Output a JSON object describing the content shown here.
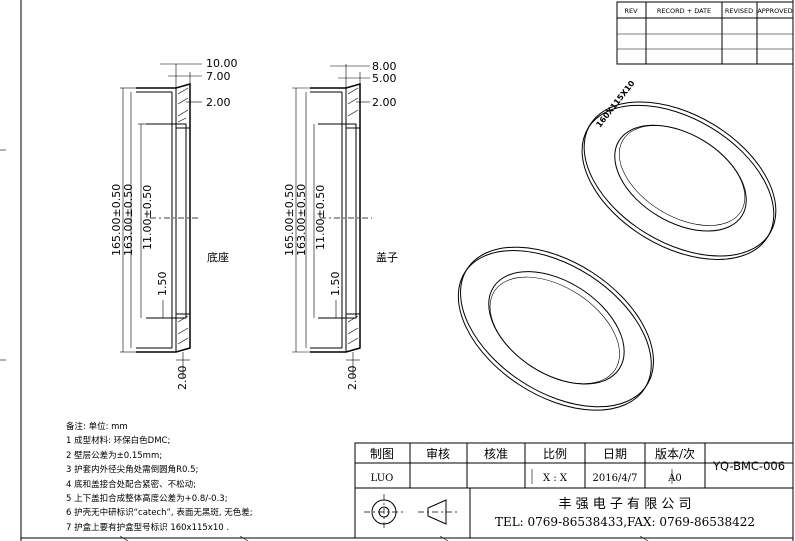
{
  "revision_table": {
    "headers": [
      "REV",
      "RECORD + DATE",
      "REVISED",
      "APPROVED"
    ]
  },
  "drawing": {
    "base_label": "底座",
    "lid_label": "盖子",
    "base_dims": {
      "top_outer": "10.00",
      "top_inner": "7.00",
      "wall": "2.00",
      "outer_dia": "165.00±0.50",
      "mid_dia": "163.00±0.50",
      "inner_dia": "11.00±0.50",
      "step": "1.50",
      "bottom": "2.00"
    },
    "lid_dims": {
      "top_outer": "8.00",
      "top_inner": "5.00",
      "wall": "2.00",
      "outer_dia": "165.00±0.50",
      "mid_dia": "163.00±0.50",
      "inner_dia": "11.00±0.50",
      "step": "1.50",
      "bottom": "2.00"
    },
    "ring_marking": "160X115X10"
  },
  "notes": {
    "title": "备注: 单位: mm",
    "items": [
      "1 成型材料: 环保白色DMC;",
      "2 壁层公差为±0.15mm;",
      "3 护套内外径尖角处需倒圆角R0.5;",
      "4 底和盖接合处配合紧密、不松动;",
      "5 上下盖扣合成整体高度公差为+0.8/-0.3;",
      "6 护壳无中研标识“catech”, 表面无黑斑, 无色差;",
      "7 护盒上要有护盒型号标识 160x115x10 ."
    ]
  },
  "title_block": {
    "headers": [
      "制图",
      "审核",
      "核准",
      "比例",
      "日期",
      "版本/次"
    ],
    "values": [
      "LUO",
      "",
      "",
      "X : X",
      "2016/4/7",
      "A0"
    ],
    "drawing_no": "YQ-BMC-006",
    "company": "丰 强 电 子 有 限 公 司",
    "contact": "TEL: 0769-86538433,FAX: 0769-86538422"
  }
}
